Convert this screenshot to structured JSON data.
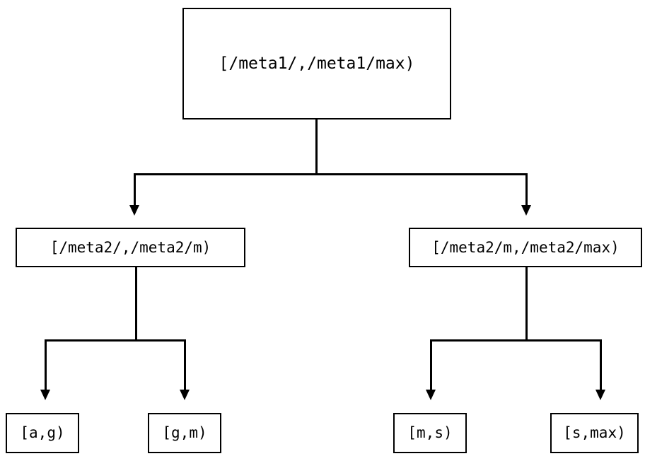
{
  "diagram": {
    "type": "tree",
    "orientation": "top-down",
    "background_color": "#ffffff",
    "stroke_color": "#000000",
    "text_color": "#000000",
    "nodes": {
      "root": {
        "label": "[/meta1/,/meta1/max)"
      },
      "mid_left": {
        "label": "[/meta2/,/meta2/m)"
      },
      "mid_right": {
        "label": "[/meta2/m,/meta2/max)"
      },
      "leaves": [
        {
          "label": "[a,g)"
        },
        {
          "label": "[g,m)"
        },
        {
          "label": "[m,s)"
        },
        {
          "label": "[s,max)"
        }
      ]
    },
    "edges": [
      {
        "from": "root",
        "to": "mid_left",
        "arrowhead": "solid-triangle-down"
      },
      {
        "from": "root",
        "to": "mid_right",
        "arrowhead": "solid-triangle-down"
      },
      {
        "from": "mid_left",
        "to": "leaf_0",
        "arrowhead": "solid-triangle-down"
      },
      {
        "from": "mid_left",
        "to": "leaf_1",
        "arrowhead": "solid-triangle-down"
      },
      {
        "from": "mid_right",
        "to": "leaf_2",
        "arrowhead": "solid-triangle-down"
      },
      {
        "from": "mid_right",
        "to": "leaf_3",
        "arrowhead": "solid-triangle-down"
      }
    ]
  }
}
